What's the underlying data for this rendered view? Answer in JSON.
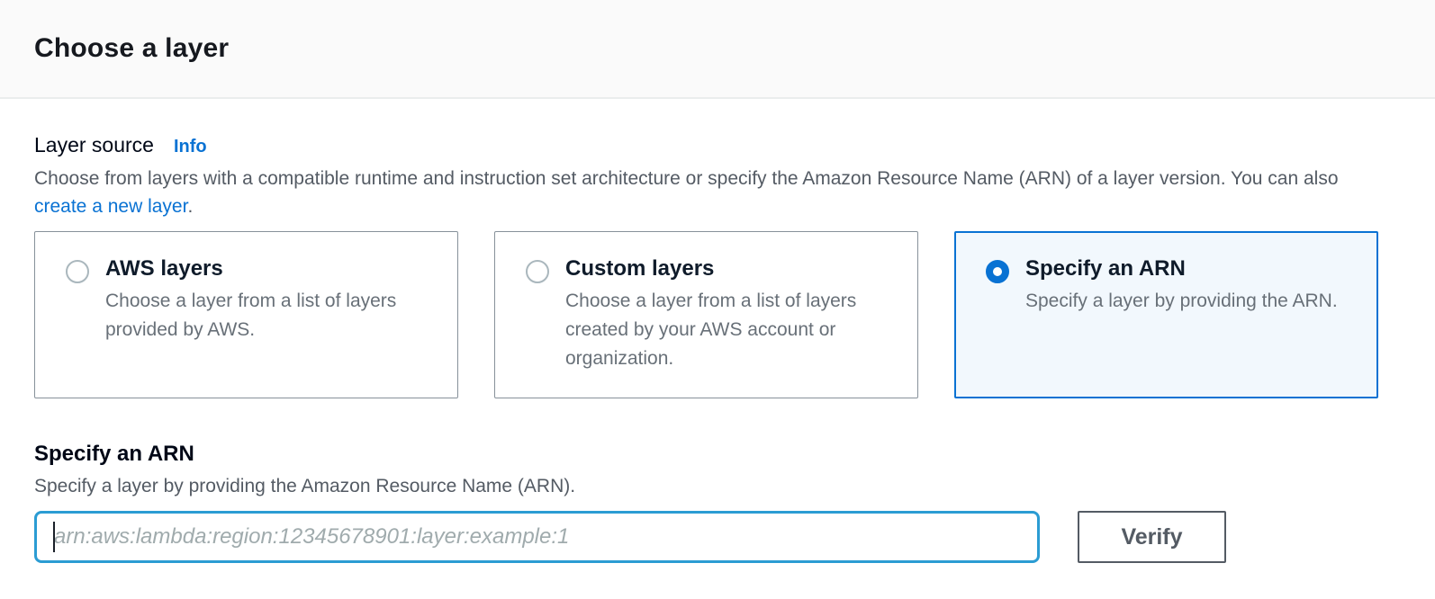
{
  "header": {
    "title": "Choose a layer"
  },
  "layer_source": {
    "label": "Layer source",
    "info_link": "Info",
    "description_before": "Choose from layers with a compatible runtime and instruction set architecture or specify the Amazon Resource Name (ARN) of a layer version. You can also ",
    "description_link": "create a new layer",
    "description_after": ".",
    "options": [
      {
        "title": "AWS layers",
        "description": "Choose a layer from a list of layers provided by AWS.",
        "selected": false
      },
      {
        "title": "Custom layers",
        "description": "Choose a layer from a list of layers created by your AWS account or organization.",
        "selected": false
      },
      {
        "title": "Specify an ARN",
        "description": "Specify a layer by providing the ARN.",
        "selected": true
      }
    ]
  },
  "arn_section": {
    "label": "Specify an ARN",
    "description": "Specify a layer by providing the Amazon Resource Name (ARN).",
    "input_value": "",
    "input_placeholder": "arn:aws:lambda:region:12345678901:layer:example:1",
    "verify_button": "Verify"
  },
  "colors": {
    "accent_blue": "#0972d3",
    "link_blue": "#0972d3",
    "focus_border_blue": "#2b9cd3",
    "selected_card_bg": "#f2f8fd",
    "header_bg": "#fafafa",
    "header_border": "#eaeded",
    "card_border_gray": "#87919a",
    "text_dark": "#16191f",
    "text_gray": "#545b64",
    "button_gray": "#545b64"
  }
}
